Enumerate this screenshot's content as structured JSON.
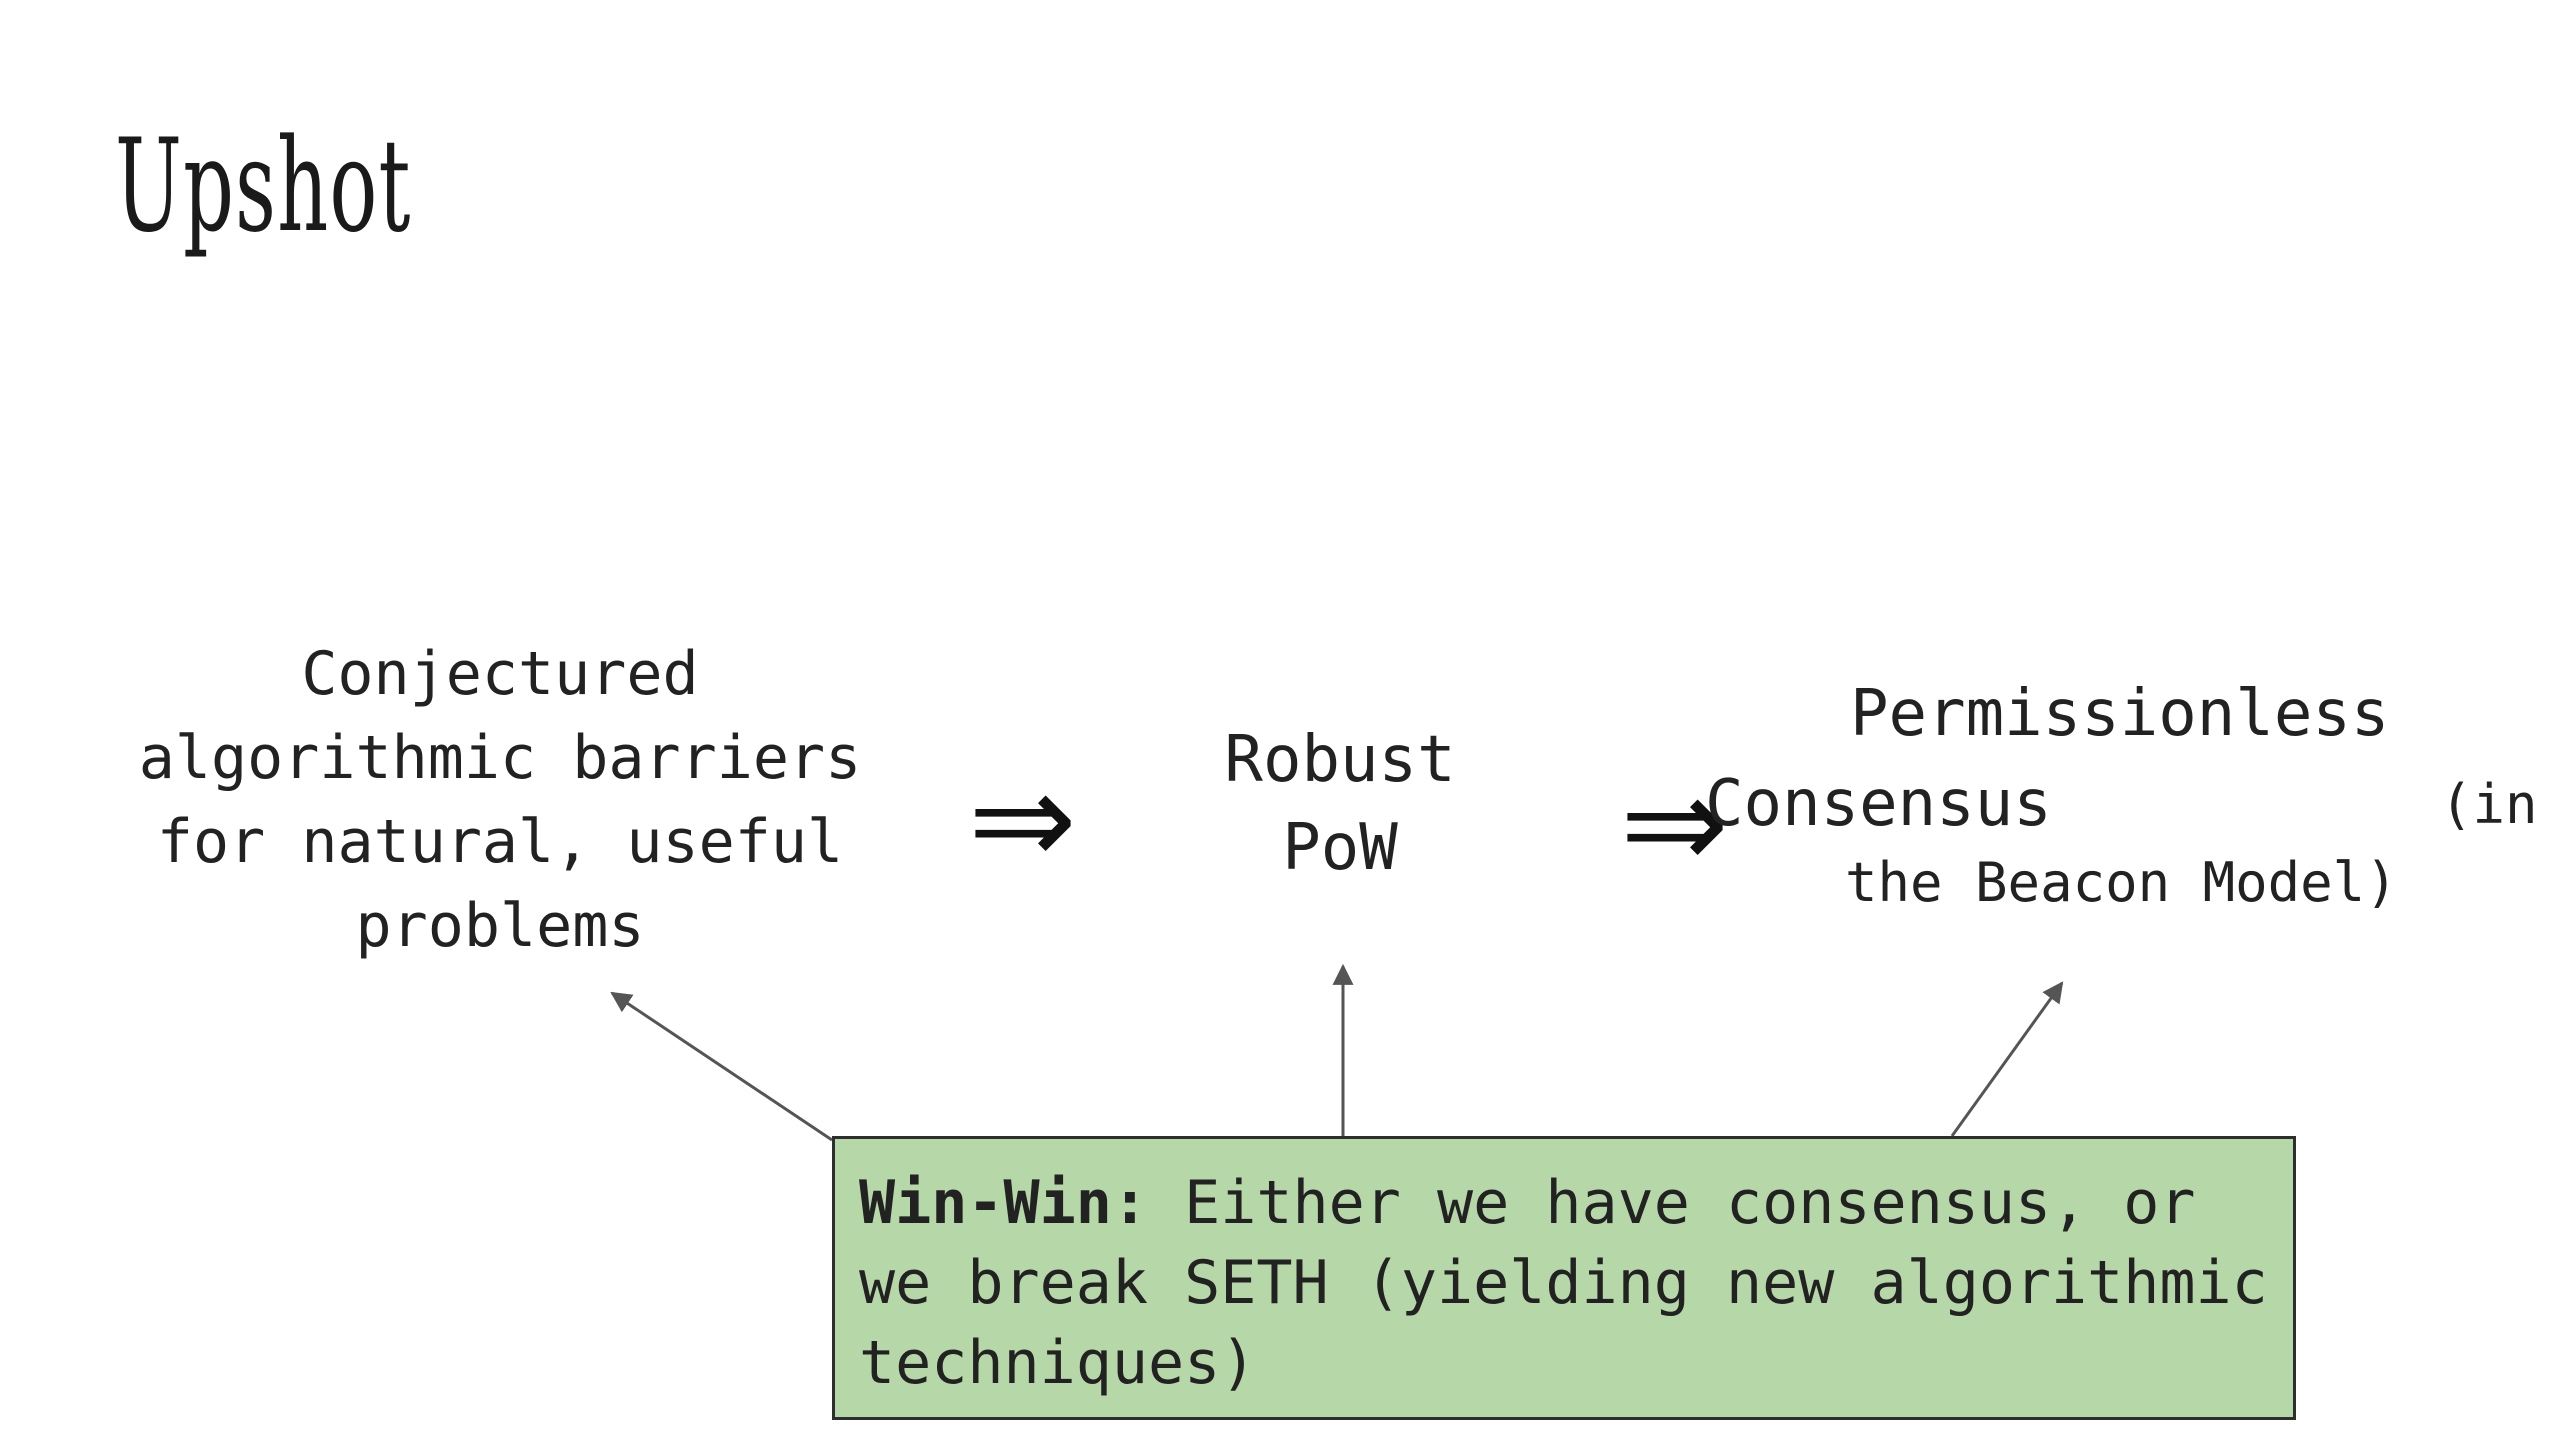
{
  "title": "Upshot",
  "nodes": {
    "barriers": {
      "lines": [
        "Conjectured",
        "algorithmic barriers",
        "for natural, useful",
        "problems"
      ]
    },
    "pow": {
      "lines": [
        "Robust",
        "PoW"
      ]
    },
    "consensus": {
      "line1": "Permissionless",
      "line2": "Consensus",
      "line2_suffix": "(in",
      "line3": "the Beacon Model)"
    }
  },
  "implies_symbol": "⇒",
  "callout": {
    "lead": "Win-Win:",
    "text": " Either we have consensus, or we break SETH (yielding new algorithmic techniques)",
    "background": "#b6d7a8"
  }
}
